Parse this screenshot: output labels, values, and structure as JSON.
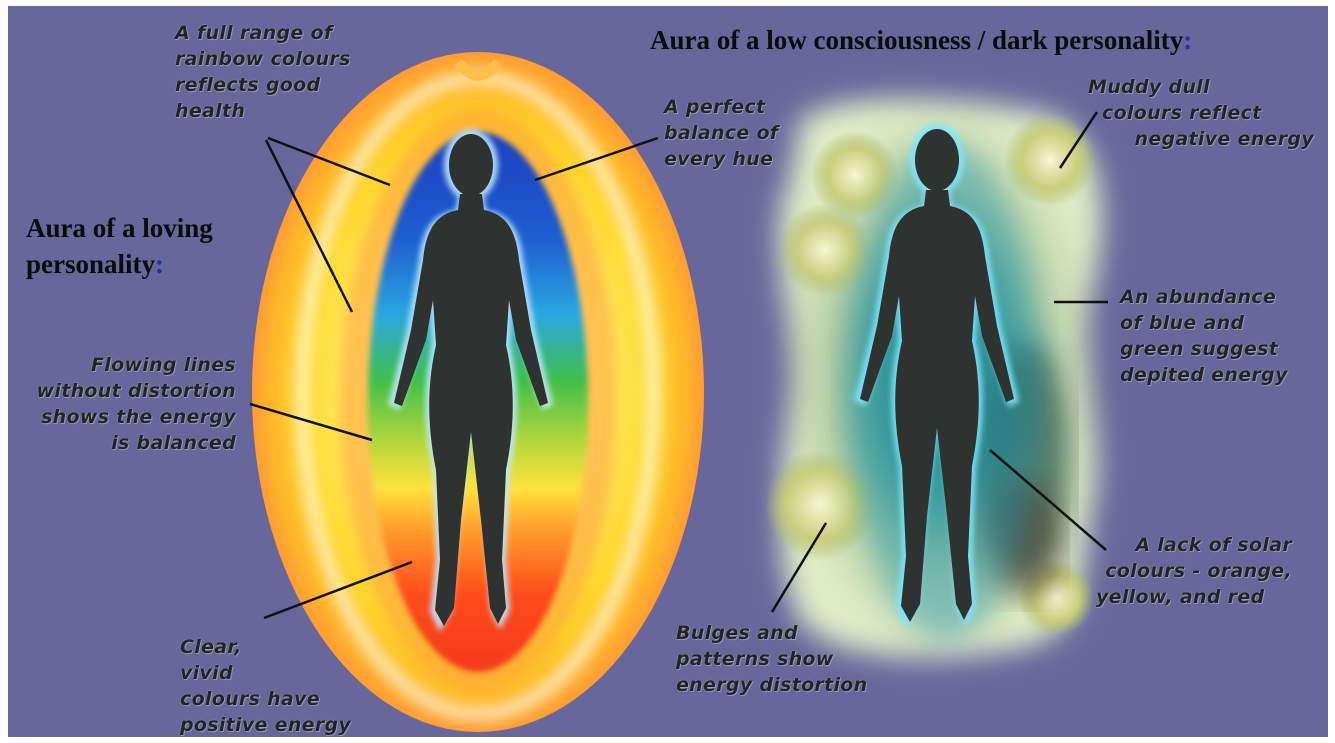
{
  "headings": {
    "loving_line1": "Aura of a loving",
    "loving_line2": "personality",
    "dark": "Aura of a low consciousness / dark personality",
    "colon": ":"
  },
  "notes": {
    "full_range": [
      "A full range of",
      "rainbow colours",
      "reflects good",
      "health"
    ],
    "perfect_balance": [
      "A perfect",
      "balance of",
      "every hue"
    ],
    "flowing_lines": [
      "Flowing lines",
      "without distortion",
      "shows the energy",
      "is balanced"
    ],
    "clear_vivid": [
      "Clear,",
      "vivid",
      "colours have",
      "positive energy"
    ],
    "muddy_dull": [
      "Muddy dull",
      "colours reflect",
      "negative energy"
    ],
    "abundance_blue": [
      "An abundance",
      "of blue and",
      "green suggest",
      "depited energy"
    ],
    "lack_solar": [
      "A lack of solar",
      "colours - orange,",
      "yellow, and red"
    ],
    "bulges": [
      "Bulges and",
      "patterns show",
      "energy distortion"
    ]
  },
  "colors": {
    "background": "#67679b",
    "heading_text": "#0b0b0b",
    "colon_accent": "#1c2fb5",
    "annotation_text": "#232323",
    "silhouette": "#2e3230"
  }
}
